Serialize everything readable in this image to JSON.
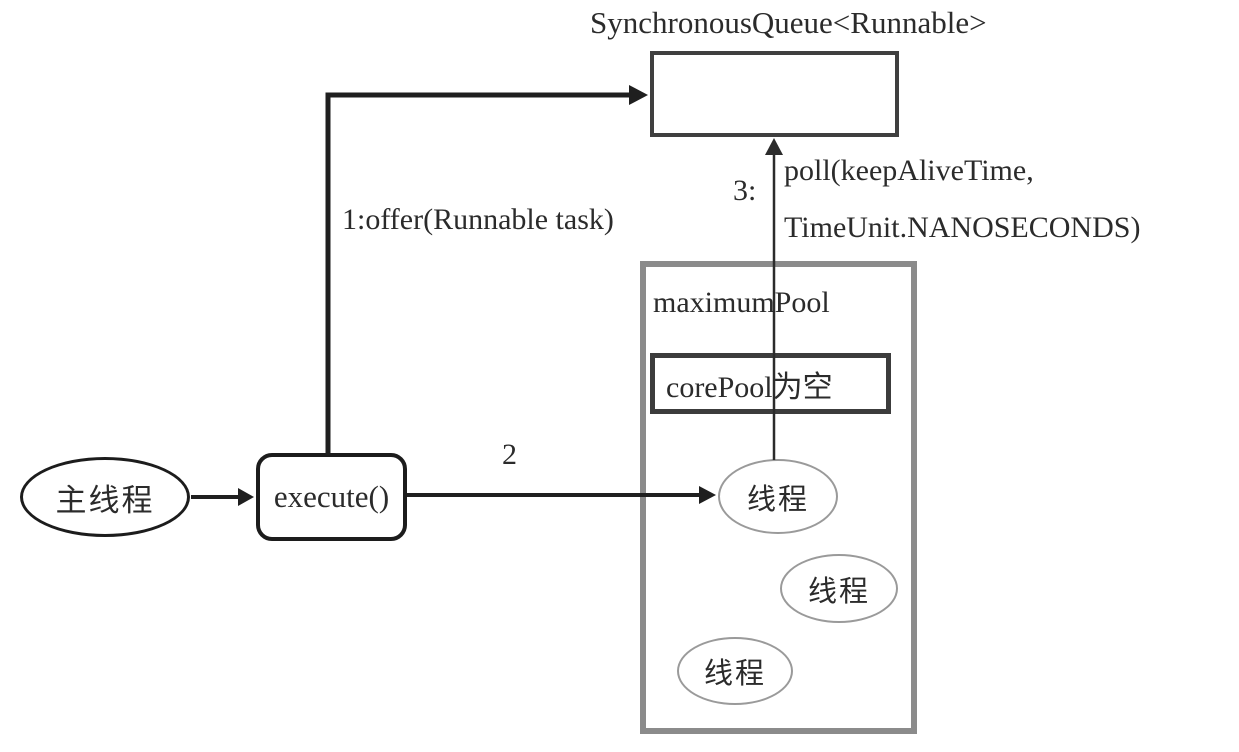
{
  "diagram": {
    "title": "SynchronousQueue&lt;Runnable&gt;",
    "title_text": "SynchronousQueue<Runnable>",
    "main_thread": {
      "label": "主线程"
    },
    "execute": {
      "label": "execute()"
    },
    "edge_labels": {
      "offer": "1:offer(Runnable task)",
      "step2": "2",
      "step3": "3:",
      "poll_line1": "poll(keepAliveTime,",
      "poll_line2": "TimeUnit.NANOSECONDS)"
    },
    "maximum_pool": {
      "label": "maximumPool",
      "core_pool": {
        "label": "corePool为空"
      },
      "threads": [
        {
          "label": "线程"
        },
        {
          "label": "线程"
        },
        {
          "label": "线程"
        }
      ]
    },
    "colors": {
      "background": "#ffffff",
      "arrow_black": "#1f1f1f",
      "thin_arrow": "#2b2b2b",
      "queue_border": "#3f3f3f",
      "maximum_pool_border": "#8b8b8b",
      "core_pool_border": "#3c3c3c",
      "thread_ellipse_border": "#9a9a9a",
      "text": "#2b2b2b"
    }
  }
}
